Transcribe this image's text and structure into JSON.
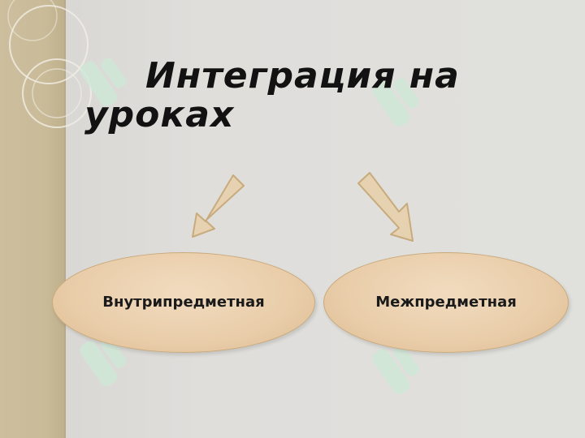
{
  "title": "Интеграция на уроках",
  "nodes": [
    {
      "id": "intra",
      "label": "Внутрипредметная"
    },
    {
      "id": "inter",
      "label": "Межпредметная"
    }
  ],
  "colors": {
    "background": "#dfdedb",
    "panel": "#c9bb98",
    "ellipse_fill": "#e9cda9",
    "arrow_fill": "#e6d2b0",
    "arrow_stroke": "#c8ab7c",
    "watermark": "#cfe8d8"
  }
}
